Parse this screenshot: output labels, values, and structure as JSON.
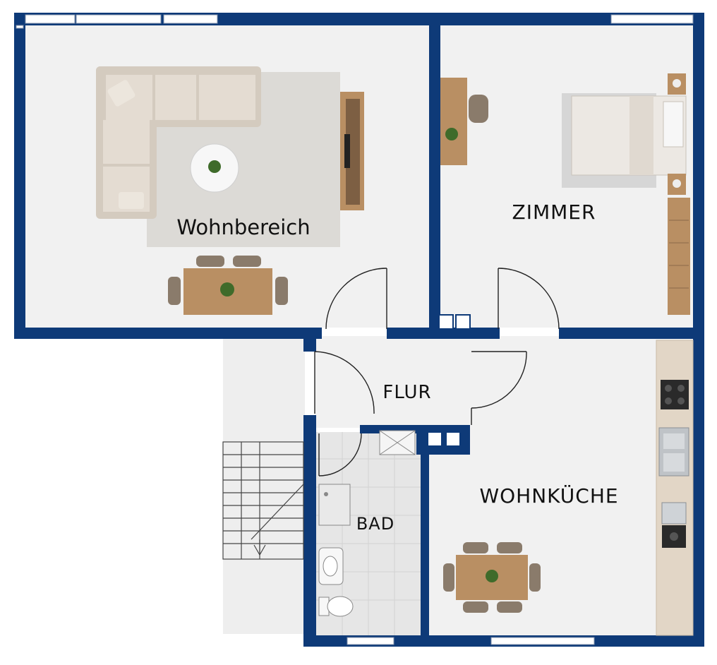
{
  "rooms": {
    "living": "Wohnbereich",
    "bedroom": "ZIMMER",
    "hall": "FLUR",
    "bath": "BAD",
    "kitchen": "WOHNKÜCHE"
  },
  "colors": {
    "wall": "#0e3a78",
    "floor": "#f1f1f1",
    "bath_floor": "#e6e6e6",
    "stair_area": "#eeeeee",
    "rug": "#dcdad6",
    "sofa": "#e4dcd2",
    "wood": "#b98f63",
    "plant": "#3f6b2a"
  }
}
